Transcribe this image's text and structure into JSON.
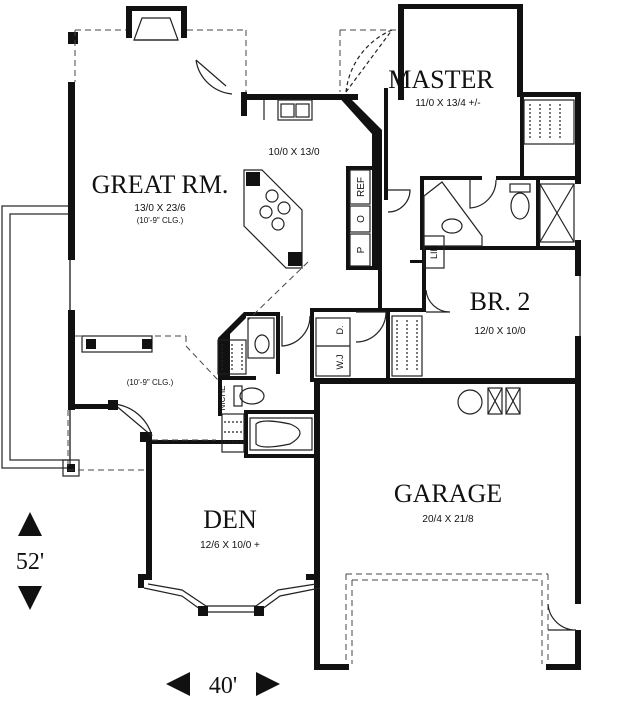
{
  "plan": {
    "rooms": {
      "master": {
        "name": "MASTER",
        "dims": "11/0 X 13/4 +/-"
      },
      "kitchen": {
        "dims": "10/0 X 13/0"
      },
      "great_room": {
        "name": "GREAT RM.",
        "dims": "13/0 X 23/6",
        "ceiling": "(10'-9\" CLG.)"
      },
      "br2": {
        "name": "BR. 2",
        "dims": "12/0 X 10/0"
      },
      "entry": {
        "ceiling": "(10'-9\" CLG.)"
      },
      "den": {
        "name": "DEN",
        "dims": "12/6 X 10/0 +"
      },
      "garage": {
        "name": "GARAGE",
        "dims": "20/4 X 21/8"
      }
    },
    "fixtures": {
      "ref": "REF",
      "o": "O",
      "p": "P",
      "lin": "LIN",
      "wj": "W.J",
      "d": "D.",
      "niche": "NICHE"
    },
    "overall": {
      "depth": "52'",
      "width": "40'"
    }
  }
}
